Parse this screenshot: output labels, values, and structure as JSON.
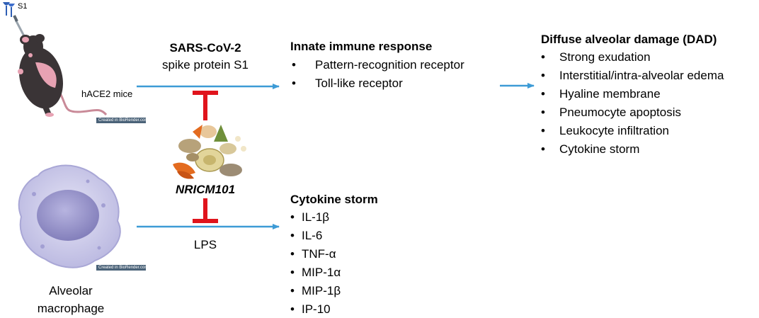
{
  "mouse": {
    "s1_label": "S1",
    "caption": "hACE2 mice",
    "credit": "Created in BioRender.com"
  },
  "macrophage": {
    "line1": "Alveolar",
    "line2": "macrophage",
    "credit": "Created in BioRender.com"
  },
  "top_arrow": {
    "title": "SARS-CoV-2",
    "subtitle": "spike protein S1"
  },
  "bottom_arrow": {
    "label": "LPS"
  },
  "drug": {
    "name": "NRICM101"
  },
  "innate": {
    "title": "Innate immune response",
    "items": [
      "Pattern-recognition receptor",
      "Toll-like receptor"
    ]
  },
  "dad": {
    "title": "Diffuse alveolar damage (DAD)",
    "items": [
      "Strong exudation",
      "Interstitial/intra-alveolar edema",
      "Hyaline membrane",
      "Pneumocyte apoptosis",
      "Leukocyte infiltration",
      "Cytokine storm"
    ]
  },
  "cytokine": {
    "title": "Cytokine storm",
    "items": [
      "IL-1β",
      "IL-6",
      "TNF-α",
      "MIP-1α",
      "MIP-1β",
      "IP-10"
    ]
  },
  "bullet_char": "•",
  "colors": {
    "arrow": "#3d9bd6",
    "inhibit": "#e0141c",
    "macrophage_fill": "#c9c8e8",
    "macrophage_nucleus": "#8f8cc4",
    "mouse_body": "#3a3436",
    "mouse_skin": "#e7a2b3"
  }
}
